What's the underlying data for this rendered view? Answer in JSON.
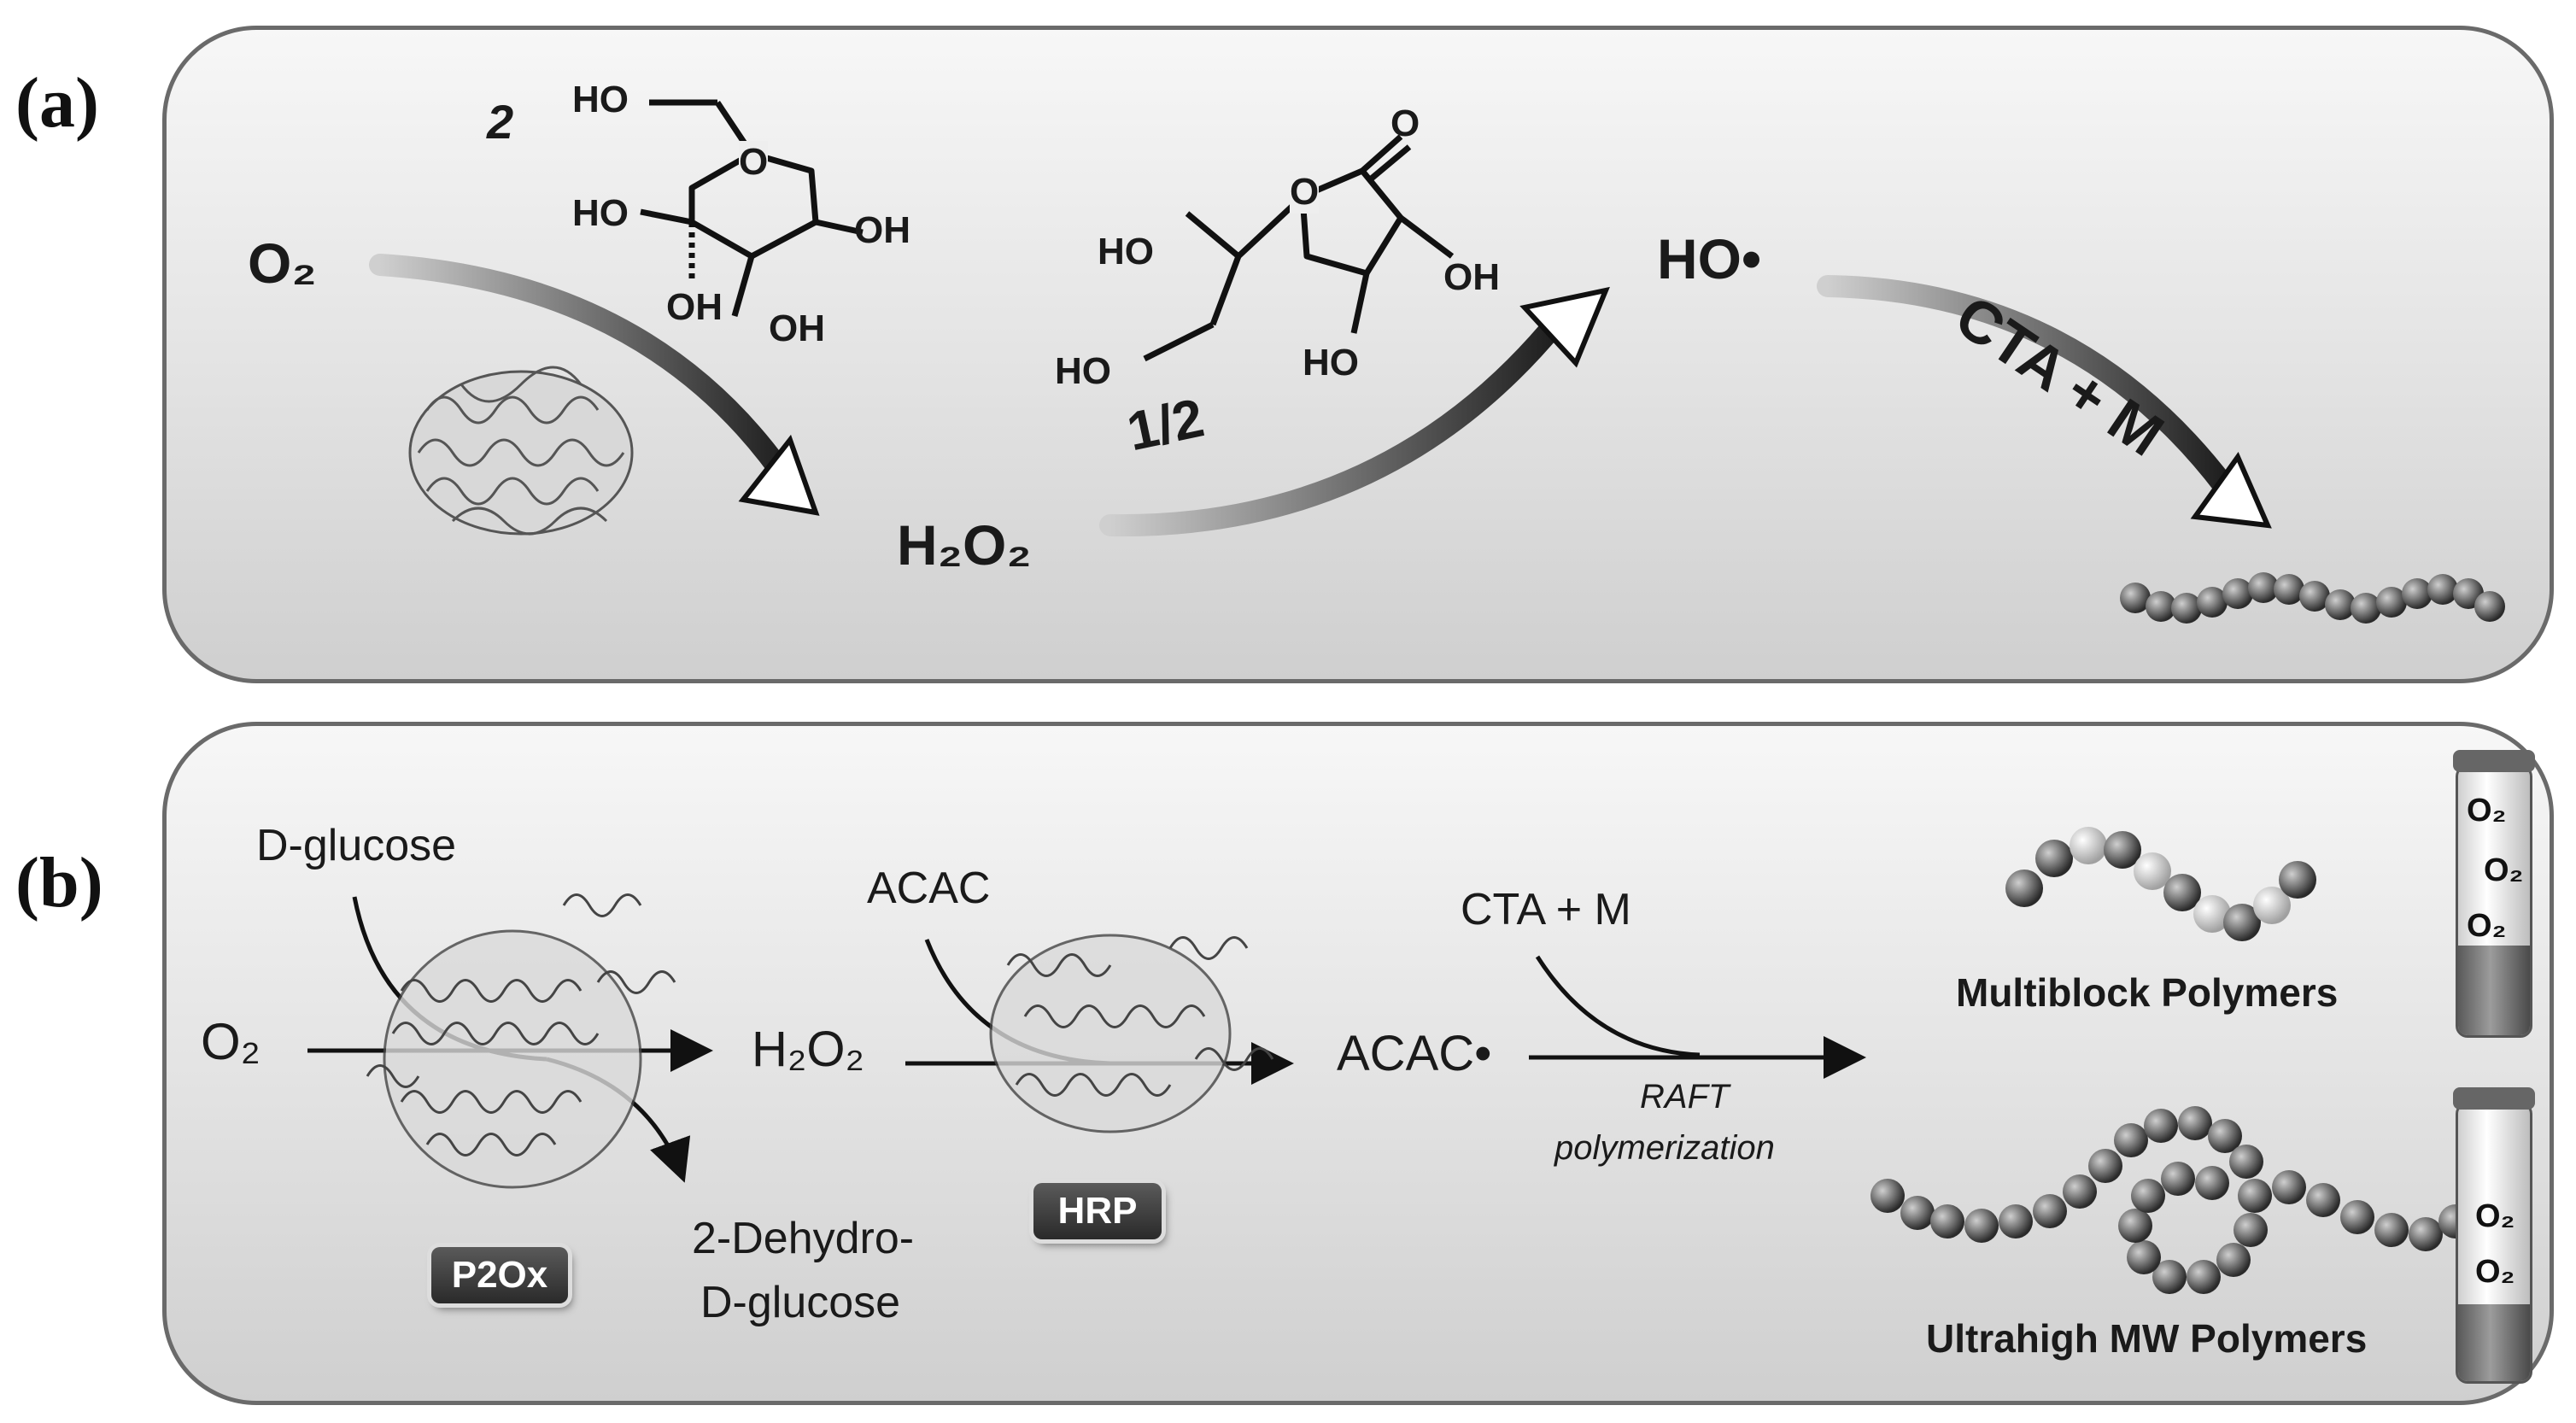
{
  "panel_a": {
    "label": "(a)",
    "o2": "O₂",
    "coefficient_2": "2",
    "h2o2": "H₂O₂",
    "coefficient_half": "1/2",
    "hydroxyl_radical": "HO•",
    "cta_m": "CTA + M",
    "glucose_labels": [
      "HO",
      "O",
      "HO",
      "OH",
      "OH",
      "OH"
    ],
    "ascorbate_labels": [
      "HO",
      "O",
      "O",
      "OH",
      "HO",
      "HO"
    ]
  },
  "panel_b": {
    "label": "(b)",
    "d_glucose": "D-glucose",
    "o2": "O₂",
    "p2ox": "P2Ox",
    "dehydro_line1": "2-Dehydro-",
    "dehydro_line2": "D-glucose",
    "acac": "ACAC",
    "h2o2": "H₂O₂",
    "hrp": "HRP",
    "acac_radical": "ACAC•",
    "cta_m": "CTA + M",
    "raft_line1": "RAFT",
    "raft_line2": "polymerization",
    "multiblock": "Multiblock Polymers",
    "ultrahigh": "Ultrahigh MW Polymers",
    "vial_top_o2": [
      "O₂",
      "O₂",
      "O₂"
    ],
    "vial_bottom_o2": [
      "O₂",
      "O₂"
    ]
  }
}
